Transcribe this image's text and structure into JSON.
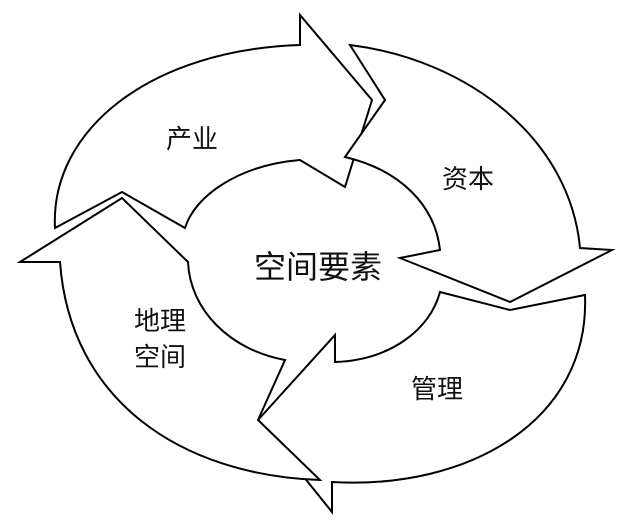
{
  "diagram": {
    "center": "空间要素",
    "stages": [
      {
        "label": "产业"
      },
      {
        "label": "资本"
      },
      {
        "label": "管理"
      },
      {
        "label_lines": [
          "地理",
          "空间"
        ]
      }
    ]
  }
}
